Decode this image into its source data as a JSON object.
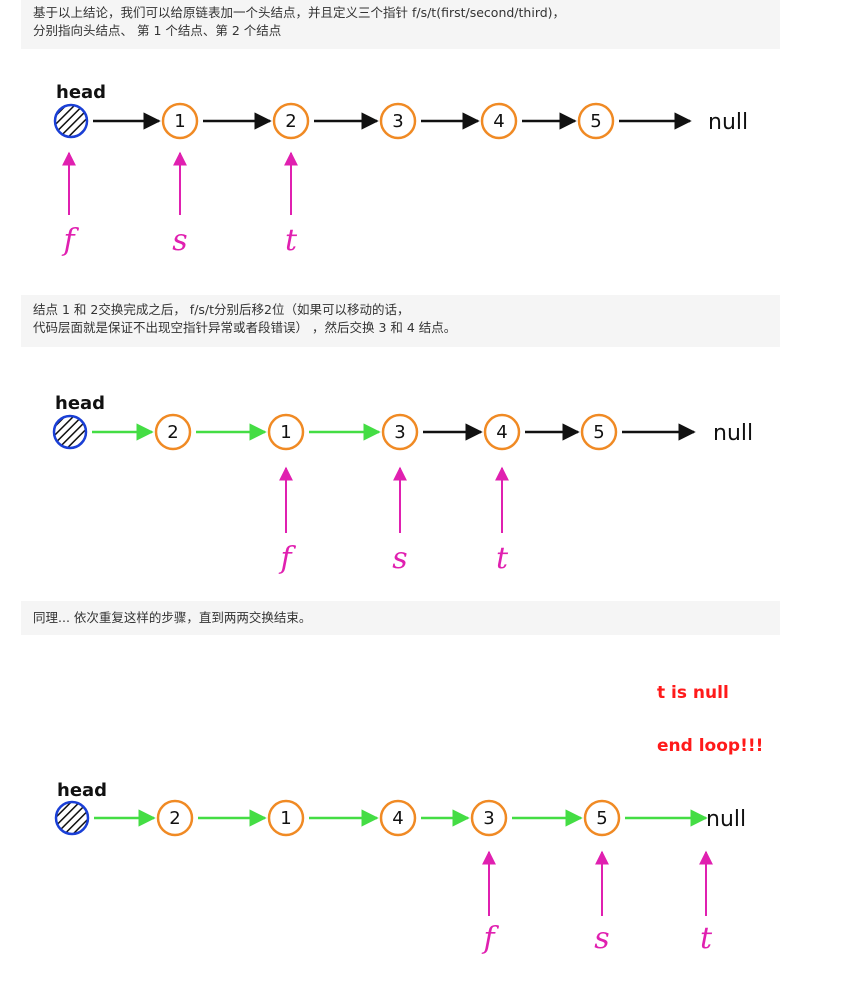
{
  "notes": {
    "step1": [
      "基于以上结论，我们可以给原链表加一个头结点，并且定义三个指针 f/s/t(first/second/third)，",
      "分别指向头结点、 第 1 个结点、第 2 个结点"
    ],
    "step2": [
      "结点 1 和 2交换完成之后， f/s/t分别后移2位（如果可以移动的话，",
      "代码层面就是保证不出现空指针异常或者段错误） ，然后交换 3 和 4 结点。"
    ],
    "step3": [
      "同理... 依次重复这样的步骤，直到两两交换结束。"
    ]
  },
  "diagrams": [
    {
      "head_label": "head",
      "null_label": "null",
      "nodes": [
        "1",
        "2",
        "3",
        "4",
        "5"
      ],
      "arrow_colors": [
        "black",
        "black",
        "black",
        "black",
        "black",
        "black"
      ],
      "pointers": [
        {
          "label": "f",
          "target": "head"
        },
        {
          "label": "s",
          "target": "1"
        },
        {
          "label": "t",
          "target": "2"
        }
      ]
    },
    {
      "head_label": "head",
      "null_label": "null",
      "nodes": [
        "2",
        "1",
        "3",
        "4",
        "5"
      ],
      "arrow_colors": [
        "green",
        "green",
        "green",
        "black",
        "black",
        "black"
      ],
      "pointers": [
        {
          "label": "f",
          "target": "1"
        },
        {
          "label": "s",
          "target": "3"
        },
        {
          "label": "t",
          "target": "4"
        }
      ]
    },
    {
      "head_label": "head",
      "null_label": "null",
      "nodes": [
        "2",
        "1",
        "4",
        "3",
        "5"
      ],
      "arrow_colors": [
        "green",
        "green",
        "green",
        "green",
        "green",
        "green"
      ],
      "pointers": [
        {
          "label": "f",
          "target": "3"
        },
        {
          "label": "s",
          "target": "5"
        },
        {
          "label": "t",
          "target": "null"
        }
      ],
      "end_notes": [
        "t is null",
        "end loop!!!"
      ]
    }
  ],
  "colors": {
    "node_stroke": "#f08a24",
    "head_stroke": "#1a3fd6",
    "pointer": "#e020b0",
    "green_arrow": "#44dd44",
    "black_arrow": "#111111",
    "end_note": "#ff1a1a",
    "note_background": "#f5f5f5"
  }
}
